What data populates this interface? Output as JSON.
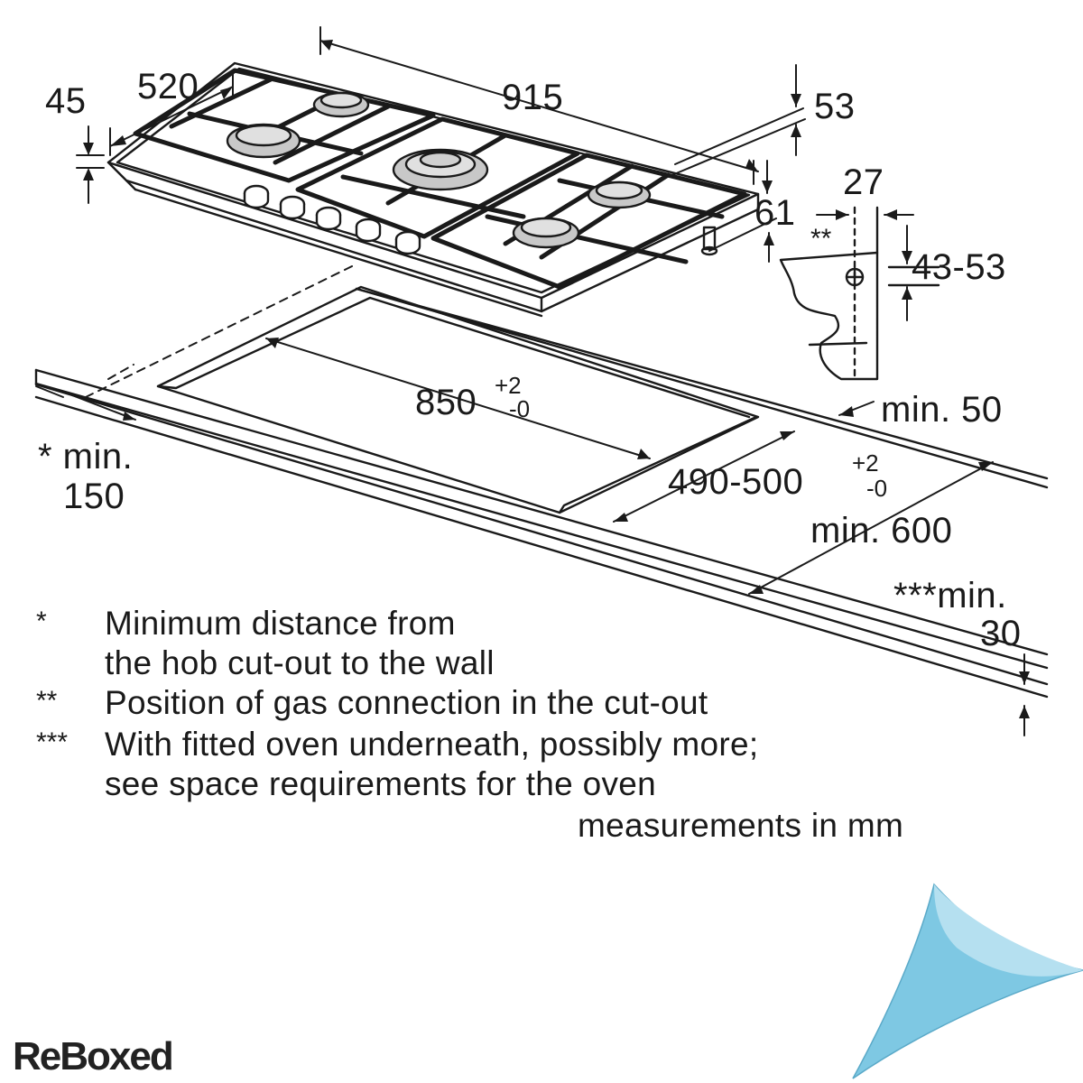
{
  "diagram": {
    "dimensions": {
      "d45": "45",
      "d520": "520",
      "d915": "915",
      "d53": "53",
      "d27": "27",
      "d61": "61",
      "d_stars": "**",
      "d43_53": "43-53",
      "d850": "850",
      "d850_tol_plus": "+2",
      "d850_tol_minus": "-0",
      "min50": "min. 50",
      "star_min": "* min.",
      "d150": "150",
      "d490_500": "490-500",
      "d490_tol_plus": "+2",
      "d490_tol_minus": "-0",
      "min600": "min. 600",
      "triple_min": "***min.",
      "d30": "30"
    },
    "notes": [
      {
        "marker": "*",
        "lines": [
          "Minimum distance from",
          "the hob cut-out to the wall"
        ]
      },
      {
        "marker": "**",
        "lines": [
          "Position of gas connection in the cut-out"
        ]
      },
      {
        "marker": "***",
        "lines": [
          "With fitted oven underneath, possibly more;",
          "see space requirements for the oven"
        ]
      }
    ],
    "units_note": "measurements in mm"
  },
  "logo": {
    "text": "ReBoxed"
  },
  "colors": {
    "line": "#1a1a1a",
    "corner_blue": "#7ec8e3",
    "corner_blue_light": "#b5e0f0"
  }
}
